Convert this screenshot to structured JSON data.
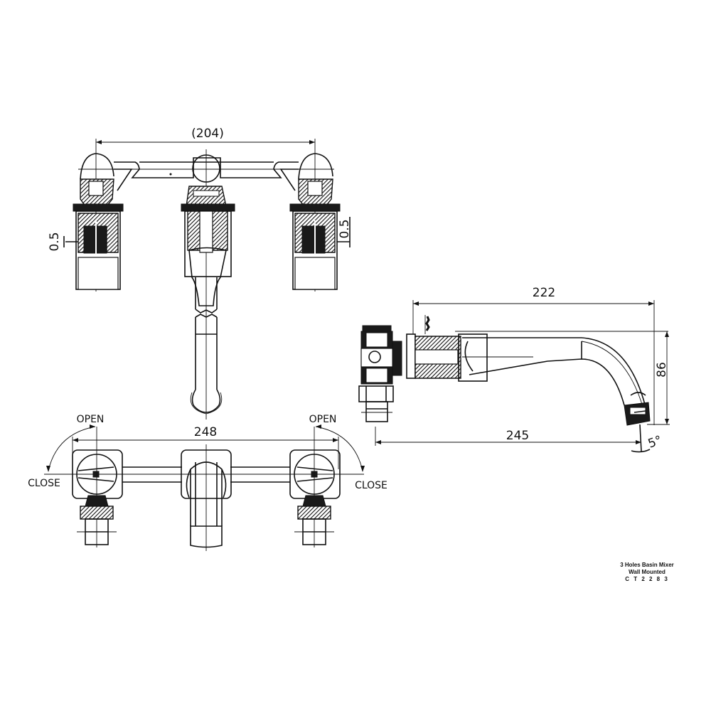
{
  "drawing": {
    "title_block": {
      "line1": "3 Holes Basin Mixer",
      "line2": "Wall Mounted",
      "model": "C T 2 2 8 3"
    },
    "front_view": {
      "dim_overall_centers": "(204)",
      "dim_left_offset": "0.5",
      "dim_right_offset": "0.5"
    },
    "plan_view": {
      "dim_width": "248",
      "left_open_label": "OPEN",
      "left_close_label": "CLOSE",
      "right_open_label": "OPEN",
      "right_close_label": "CLOSE"
    },
    "side_view": {
      "dim_spout_length": "222",
      "dim_height": "86",
      "dim_projection": "245",
      "dim_angle": "5°"
    },
    "colors": {
      "line": "#111111",
      "background": "#ffffff"
    }
  }
}
